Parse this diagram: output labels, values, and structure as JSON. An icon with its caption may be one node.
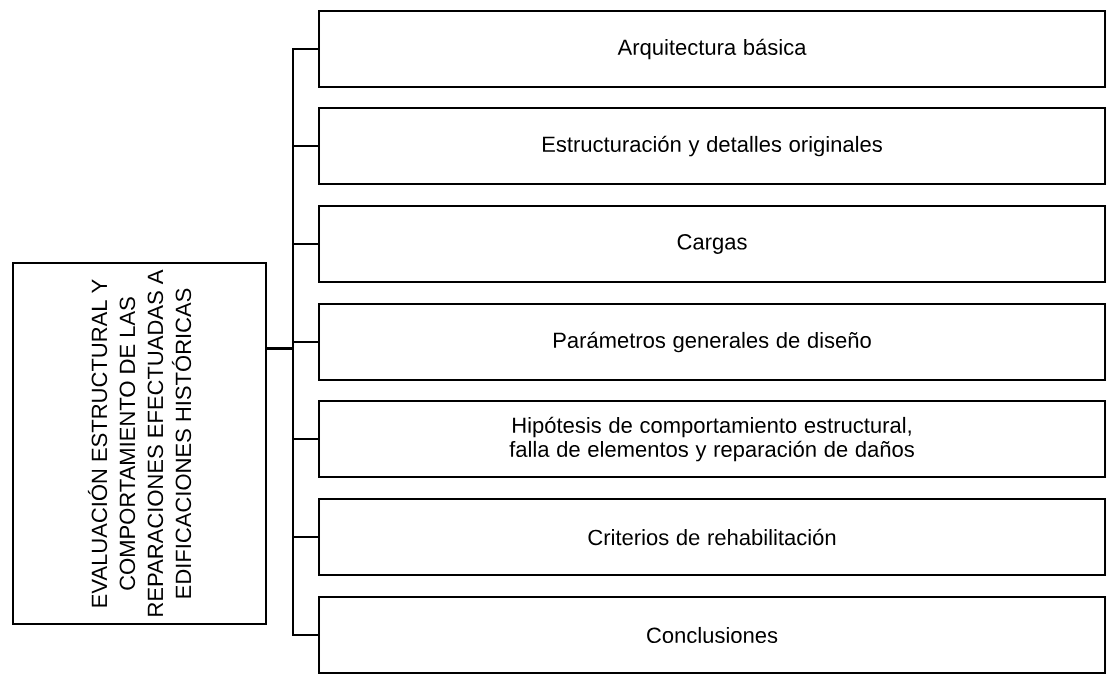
{
  "diagram": {
    "nodes": [
      {
        "text": [
          "EVALUACIÓN ESTRUCTURAL Y COMPORTAMIENTO DE LAS REPARACIONES EFECTUADAS A EDIFICACIONES HISTÓRICAS"
        ]
      },
      {
        "text": [
          "Arquitectura básica"
        ]
      },
      {
        "text": [
          "Estructuración y detalles originales"
        ]
      },
      {
        "text": [
          "Cargas"
        ]
      },
      {
        "text": [
          "Parámetros generales de diseño"
        ]
      },
      {
        "text": [
          "Hipótesis de comportamiento estructural, falla de elementos y reparación de daños"
        ]
      },
      {
        "text": [
          "Criterios de rehabilitación"
        ]
      },
      {
        "text": [
          "Conclusiones"
        ]
      }
    ],
    "edges": [
      {
        "from": 0,
        "to": 1,
        "arrow": "none"
      },
      {
        "from": 0,
        "to": 2,
        "arrow": "none"
      },
      {
        "from": 0,
        "to": 3,
        "arrow": "none"
      },
      {
        "from": 0,
        "to": 4,
        "arrow": "none"
      },
      {
        "from": 0,
        "to": 5,
        "arrow": "none"
      },
      {
        "from": 0,
        "to": 6,
        "arrow": "none"
      },
      {
        "from": 0,
        "to": 7,
        "arrow": "none"
      }
    ]
  }
}
